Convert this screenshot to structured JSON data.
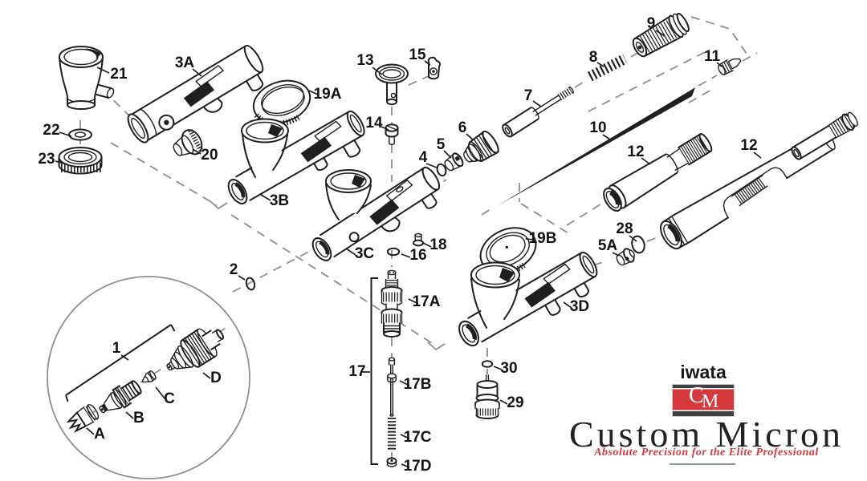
{
  "diagram": {
    "kind": "exploded-parts-diagram",
    "background": "#ffffff",
    "ink_color": "#1f1f1f",
    "guide_color": "#8f8f8f"
  },
  "labels": {
    "1": "1",
    "2": "2",
    "4": "4",
    "5": "5",
    "5A": "5A",
    "6": "6",
    "7": "7",
    "8": "8",
    "9": "9",
    "10": "10",
    "11": "11",
    "12": "12",
    "13": "13",
    "14": "14",
    "15": "15",
    "16": "16",
    "17": "17",
    "17A": "17A",
    "17B": "17B",
    "17C": "17C",
    "17D": "17D",
    "18": "18",
    "19A": "19A",
    "19B": "19B",
    "20": "20",
    "21": "21",
    "22": "22",
    "23": "23",
    "28": "28",
    "29": "29",
    "30": "30",
    "3A": "3A",
    "3B": "3B",
    "3C": "3C",
    "3D": "3D",
    "A": "A",
    "B": "B",
    "C": "C",
    "D": "D"
  },
  "logo": {
    "brand": "iwata",
    "monogram_c": "C",
    "monogram_m": "M",
    "title": "Custom Micron",
    "tagline": "Absolute Precision for the Elite Professional",
    "accent_red": "#d6393d",
    "bar_dark": "#414042"
  }
}
